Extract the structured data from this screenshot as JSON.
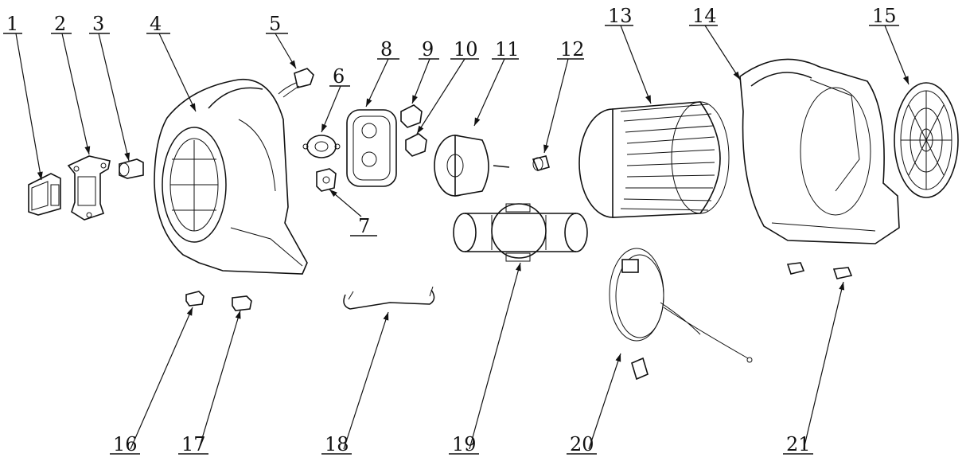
{
  "diagram": {
    "kind": "exploded-parts-view",
    "callouts": [
      {
        "id": "1",
        "text": "1"
      },
      {
        "id": "2",
        "text": "2"
      },
      {
        "id": "3",
        "text": "3"
      },
      {
        "id": "4",
        "text": "4"
      },
      {
        "id": "5",
        "text": "5"
      },
      {
        "id": "6",
        "text": "6"
      },
      {
        "id": "7",
        "text": "7"
      },
      {
        "id": "8",
        "text": "8"
      },
      {
        "id": "9",
        "text": "9"
      },
      {
        "id": "10",
        "text": "10"
      },
      {
        "id": "11",
        "text": "11"
      },
      {
        "id": "12",
        "text": "12"
      },
      {
        "id": "13",
        "text": "13"
      },
      {
        "id": "14",
        "text": "14"
      },
      {
        "id": "15",
        "text": "15"
      },
      {
        "id": "16",
        "text": "16"
      },
      {
        "id": "17",
        "text": "17"
      },
      {
        "id": "18",
        "text": "18"
      },
      {
        "id": "19",
        "text": "19"
      },
      {
        "id": "20",
        "text": "20"
      },
      {
        "id": "21",
        "text": "21"
      }
    ],
    "colors": {
      "line": "#111111",
      "background": "#ffffff"
    }
  }
}
